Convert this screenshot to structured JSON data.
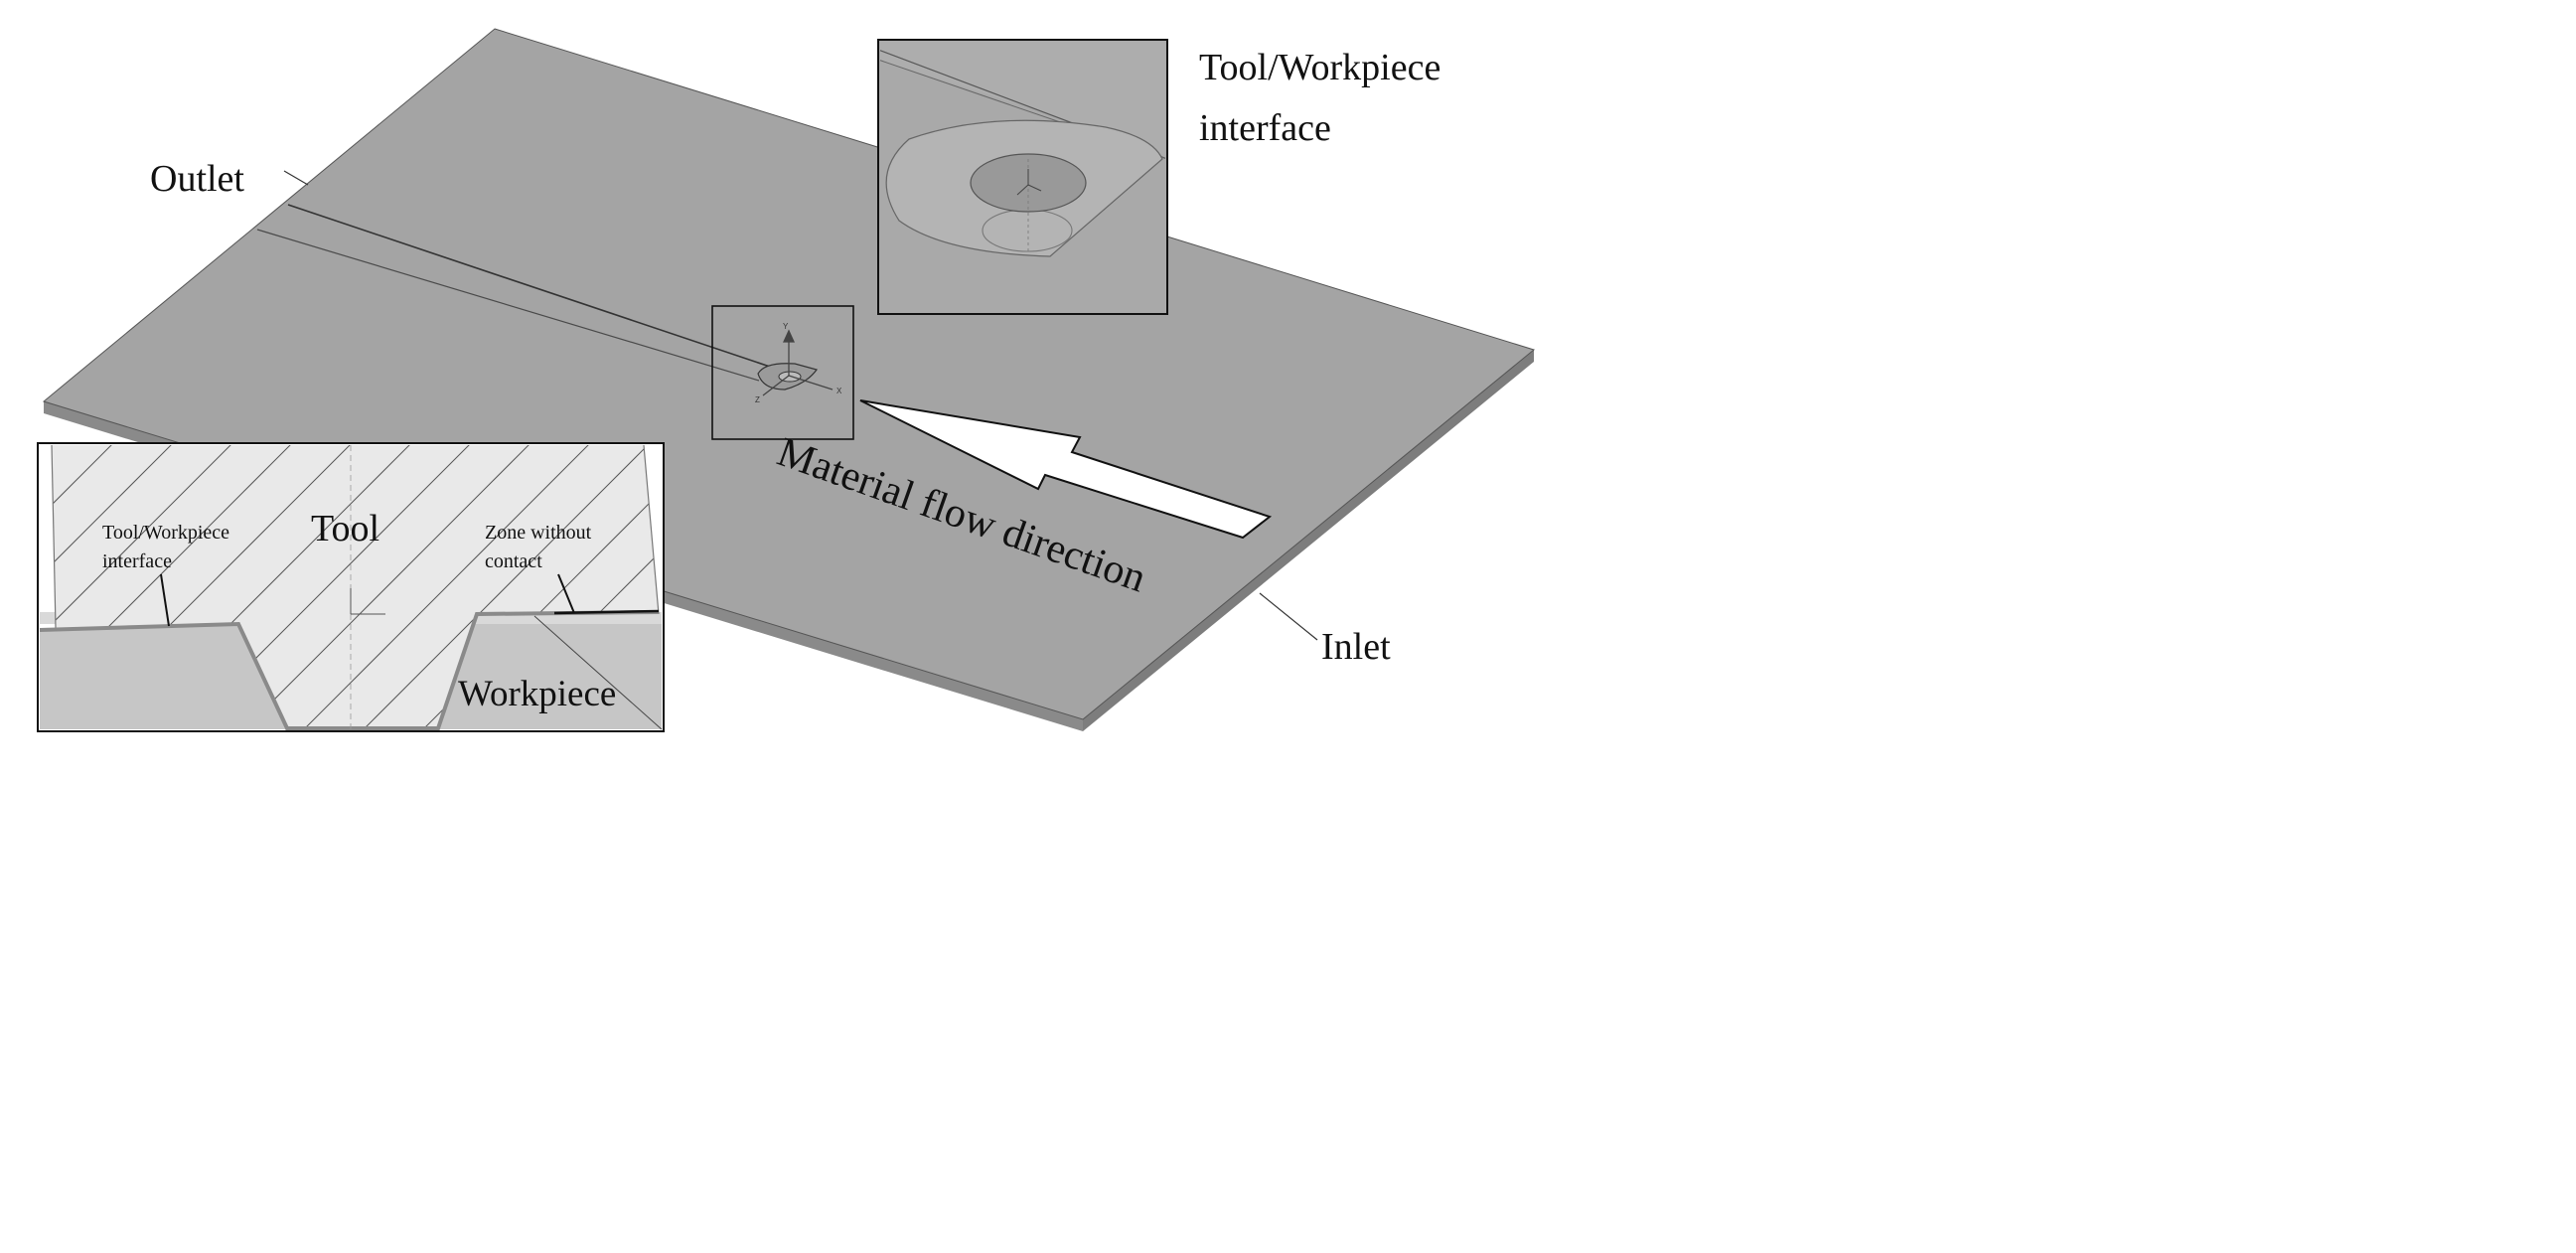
{
  "labels": {
    "outlet": "Outlet",
    "inlet": "Inlet",
    "interface_line1": "Tool/Workpiece",
    "interface_line2": "interface",
    "flow_direction": "Material flow direction"
  },
  "inset_section": {
    "tool": "Tool",
    "workpiece": "Workpiece",
    "interface_line1": "Tool/Workpiece",
    "interface_line2": "interface",
    "zone_line1": "Zone without",
    "zone_line2": "contact"
  },
  "axes": {
    "x": "X",
    "y": "Y",
    "z": "Z"
  },
  "colors": {
    "plate_top": "#a4a4a4",
    "plate_edge": "#8a8a8a",
    "tool_fill": "#e9e9e9",
    "workpiece_fill": "#c6c6c6",
    "outline": "#222222"
  }
}
